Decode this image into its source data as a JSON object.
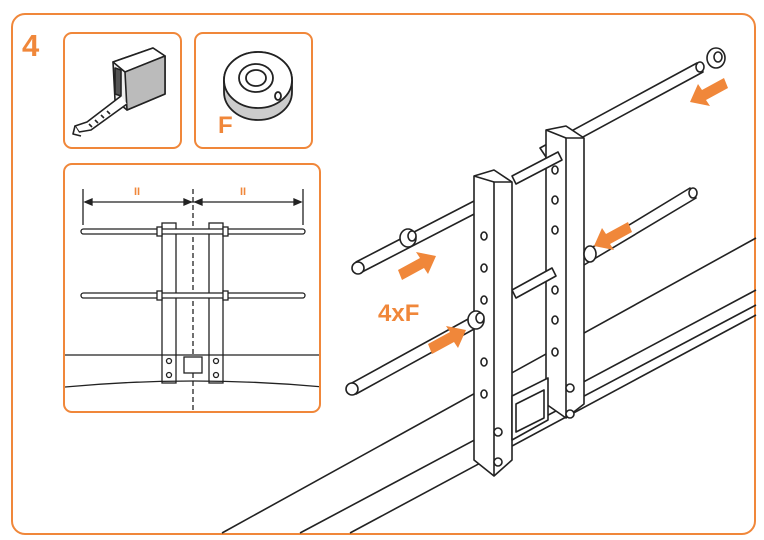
{
  "step": {
    "number": "4"
  },
  "parts": {
    "collar_letter": "F"
  },
  "detail": {
    "dim_left": "II",
    "dim_right": "II"
  },
  "assembly": {
    "quantity_label": "4xF"
  },
  "colors": {
    "accent": "#f0873a",
    "line": "#222222"
  },
  "icons": [
    "tape-measure-icon",
    "shaft-collar-icon",
    "insert-arrow-icon"
  ]
}
